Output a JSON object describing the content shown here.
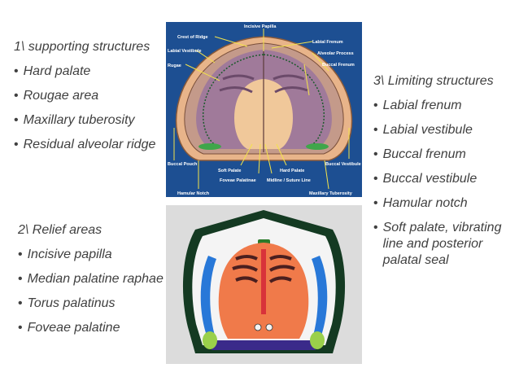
{
  "supporting": {
    "heading": "1\\ supporting structures",
    "items": [
      "Hard palate",
      "Rougae area",
      "Maxillary tuberosity",
      "Residual alveolar ridge"
    ]
  },
  "relief": {
    "heading": "2\\ Relief areas",
    "items": [
      "Incisive papilla",
      "Median palatine raphae",
      "Torus palatinus",
      "Foveae palatine"
    ]
  },
  "limiting": {
    "heading": "3\\ Limiting structures",
    "items": [
      "Labial frenum",
      "Labial vestibule",
      "Buccal frenum",
      "Buccal vestibule",
      "Hamular notch",
      "Soft palate, vibrating line and posterior palatal seal"
    ]
  },
  "diagram_labels": {
    "incisive_papilla": "Incisive Papilla",
    "crest_of_ridge": "Crest of Ridge",
    "labial_frenum": "Labial Frenum",
    "labial_vestibule": "Labial Vestibule",
    "alveolar_process": "Alveolar Process",
    "rugae": "Rugae",
    "buccal_frenum": "Buccal Frenum",
    "buccal_pouch": "Buccal Pouch",
    "buccal_vestibule": "Buccal Vestibule",
    "soft_palate": "Soft Palate",
    "hard_palate": "Hard Palate",
    "foveae_palatinae": "Foveae Palatinae",
    "midline_suture": "Midline / Suture Line",
    "hamular_notch": "Hamular Notch",
    "maxillary_tuberosity": "Maxillary Tuberosity"
  },
  "colors": {
    "text": "#404040",
    "diagram_bg": "#1d4f92",
    "label_line": "#f2e34b"
  }
}
